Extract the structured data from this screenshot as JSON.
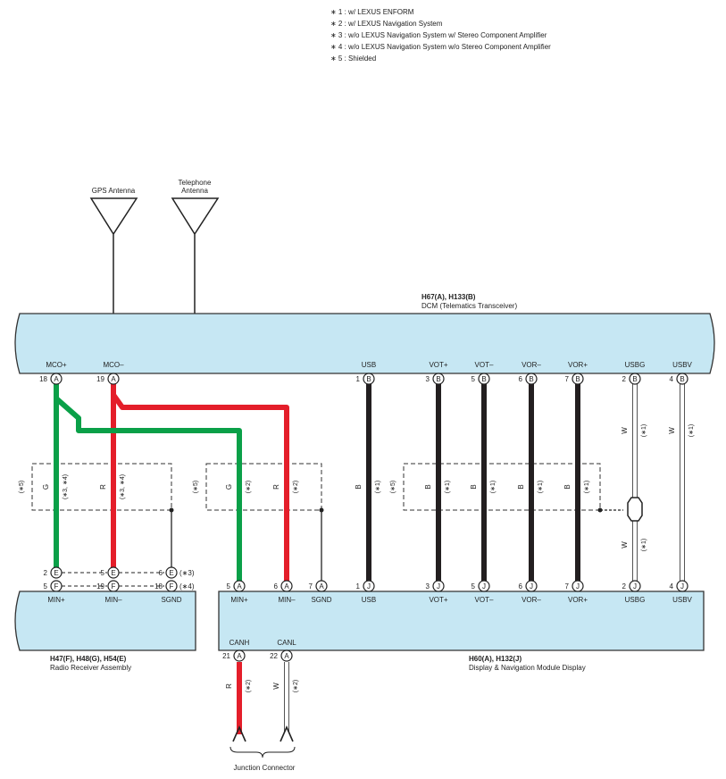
{
  "notes": [
    "∗ 1 : w/ LEXUS ENFORM",
    "∗ 2 : w/ LEXUS Navigation System",
    "∗ 3 : w/o LEXUS Navigation System w/ Stereo Component Amplifier",
    "∗ 4 : w/o LEXUS Navigation System w/o Stereo Component Amplifier",
    "∗ 5 : Shielded"
  ],
  "antennas": {
    "gps": "GPS Antenna",
    "telephone_line1": "Telephone",
    "telephone_line2": "Antenna"
  },
  "dcm": {
    "connector": "H67(A), H133(B)",
    "name": "DCM (Telematics Transceiver)",
    "pins": [
      {
        "label": "MCO+",
        "num": "18",
        "conn": "A"
      },
      {
        "label": "MCO–",
        "num": "19",
        "conn": "A"
      },
      {
        "label": "USB",
        "num": "1",
        "conn": "B"
      },
      {
        "label": "VOT+",
        "num": "3",
        "conn": "B"
      },
      {
        "label": "VOT–",
        "num": "5",
        "conn": "B"
      },
      {
        "label": "VOR–",
        "num": "6",
        "conn": "B"
      },
      {
        "label": "VOR+",
        "num": "7",
        "conn": "B"
      },
      {
        "label": "USBG",
        "num": "2",
        "conn": "B"
      },
      {
        "label": "USBV",
        "num": "4",
        "conn": "B"
      }
    ]
  },
  "radio": {
    "connector": "H47(F), H48(G), H54(E)",
    "name": "Radio Receiver Assembly",
    "pins": [
      {
        "label": "MIN+",
        "num_e": "2",
        "conn_e": "E",
        "num_f": "5",
        "conn_f": "F"
      },
      {
        "label": "MIN–",
        "num_e": "5",
        "conn_e": "E",
        "num_f": "19",
        "conn_f": "F"
      },
      {
        "label": "SGND",
        "num_e": "6",
        "conn_e": "E",
        "num_f": "18",
        "conn_f": "F"
      }
    ],
    "note_e": "(∗3)",
    "note_f": "(∗4)"
  },
  "display": {
    "connector": "H60(A), H132(J)",
    "name": "Display & Navigation Module Display",
    "pins": [
      {
        "label": "MIN+",
        "num": "5",
        "conn": "A"
      },
      {
        "label": "MIN–",
        "num": "6",
        "conn": "A"
      },
      {
        "label": "SGND",
        "num": "7",
        "conn": "A"
      },
      {
        "label": "USB",
        "num": "1",
        "conn": "J"
      },
      {
        "label": "VOT+",
        "num": "3",
        "conn": "J"
      },
      {
        "label": "VOT–",
        "num": "5",
        "conn": "J"
      },
      {
        "label": "VOR–",
        "num": "6",
        "conn": "J"
      },
      {
        "label": "VOR+",
        "num": "7",
        "conn": "J"
      },
      {
        "label": "USBG",
        "num": "2",
        "conn": "J"
      },
      {
        "label": "USBV",
        "num": "4",
        "conn": "J"
      }
    ],
    "bottom_pins": [
      {
        "label": "CANH",
        "num": "21",
        "conn": "A"
      },
      {
        "label": "CANL",
        "num": "22",
        "conn": "A"
      }
    ]
  },
  "wires": {
    "radio_g": {
      "color": "G",
      "note": "(∗3, ∗4)"
    },
    "radio_r": {
      "color": "R",
      "note": "(∗3, ∗4)"
    },
    "radio_shield": "(∗5)",
    "disp_g": {
      "color": "G",
      "note": "(∗2)"
    },
    "disp_r": {
      "color": "R",
      "note": "(∗2)"
    },
    "disp_shield": "(∗5)",
    "usb": {
      "color": "B",
      "note": "(∗1)"
    },
    "vot_p": {
      "color": "B",
      "note": "(∗1)"
    },
    "vot_m": {
      "color": "B",
      "note": "(∗1)"
    },
    "vor_m": {
      "color": "B",
      "note": "(∗1)"
    },
    "vor_p": {
      "color": "B",
      "note": "(∗1)"
    },
    "usb_shield": "(∗5)",
    "usbg_top": {
      "color": "W",
      "note": "(∗1)"
    },
    "usbg_bot": {
      "color": "W",
      "note": "(∗1)"
    },
    "usbv": {
      "color": "W",
      "note": "(∗1)"
    },
    "canh": {
      "color": "R",
      "note": "(∗2)"
    },
    "canl": {
      "color": "W",
      "note": "(∗2)"
    }
  },
  "junction": "Junction Connector",
  "colors": {
    "green": "#0aa048",
    "red": "#e41e2a",
    "black": "#231f20",
    "white_wire": "#ffffff",
    "box_fill": "#c6e7f3"
  }
}
